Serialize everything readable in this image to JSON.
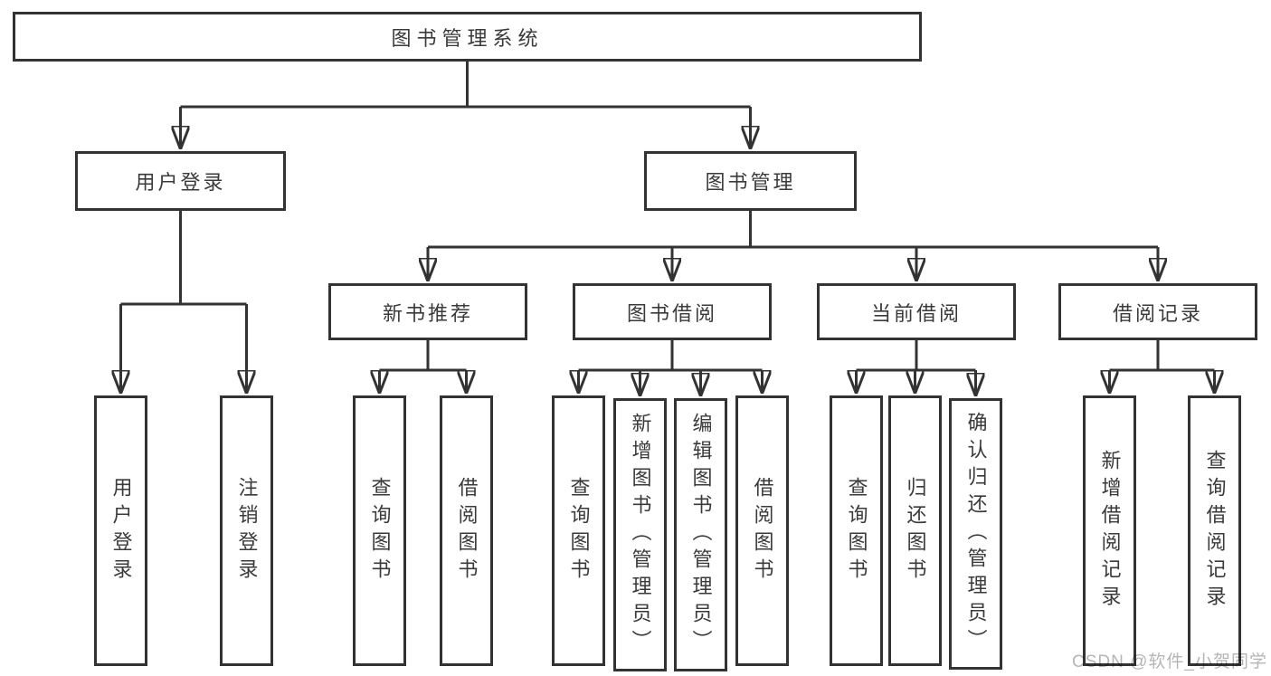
{
  "diagram": {
    "root_label": "图书管理系统",
    "level2": [
      {
        "label": "用户登录"
      },
      {
        "label": "图书管理"
      }
    ],
    "login_children": [
      "用户登录",
      "注销登录"
    ],
    "modules": [
      {
        "label": "新书推荐",
        "children": [
          "查询图书",
          "借阅图书"
        ]
      },
      {
        "label": "图书借阅",
        "children": [
          "查询图书",
          "新增图书（管理员）",
          "编辑图书（管理员）",
          "借阅图书"
        ]
      },
      {
        "label": "当前借阅",
        "children": [
          "查询图书",
          "归还图书",
          "确认归还（管理员）"
        ]
      },
      {
        "label": "借阅记录",
        "children": [
          "新增借阅记录",
          "查询借阅记录"
        ]
      }
    ]
  },
  "watermark": "CSDN @软件_小贺同学",
  "colors": {
    "line": "#333333",
    "text": "#3a3a3a",
    "box_fill": "#ffffff",
    "watermark": "#b5b5b5",
    "background": "#ffffff"
  }
}
